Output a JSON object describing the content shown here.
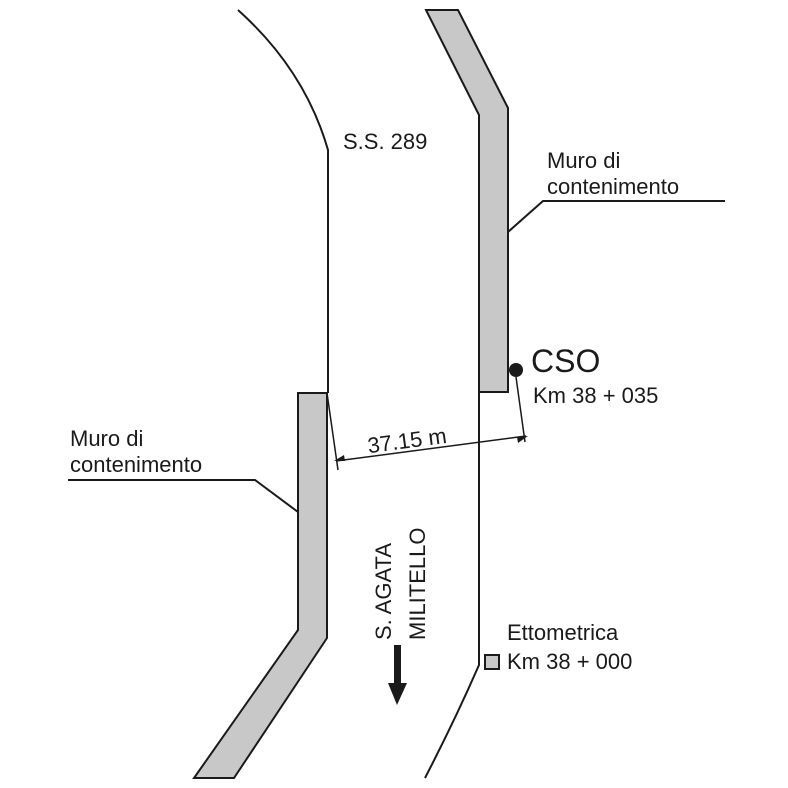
{
  "road": {
    "label": "S.S. 289"
  },
  "walls": {
    "right_label_line1": "Muro di",
    "right_label_line2": "contenimento",
    "left_label_line1": "Muro di",
    "left_label_line2": "contenimento"
  },
  "cso": {
    "label": "CSO",
    "km": "Km 38 + 035"
  },
  "distance": {
    "label": "37.15 m"
  },
  "direction": {
    "line1": "S. AGATA",
    "line2": "MILITELLO"
  },
  "ettometrica": {
    "label": "Ettometrica",
    "km": "Km 38 + 000"
  },
  "colors": {
    "wall_fill": "#c8c8c8",
    "line": "#1a1a1a",
    "background": "#ffffff"
  }
}
